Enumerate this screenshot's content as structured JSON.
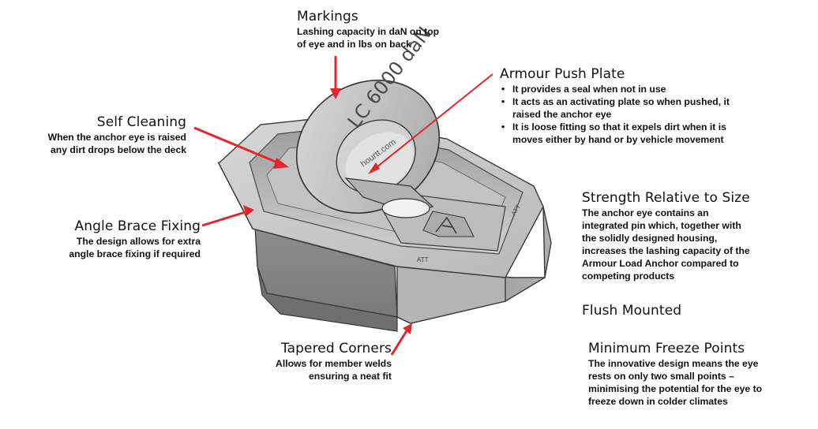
{
  "callouts": {
    "markings": {
      "title": "Markings",
      "lines": [
        "Lashing capacity in daN on top",
        "of eye and in lbs on back"
      ]
    },
    "armour_push_plate": {
      "title": "Armour Push Plate",
      "bullets": [
        [
          "It provides a seal when not in use"
        ],
        [
          "It acts as an activating plate so when pushed, it",
          "raised the anchor eye"
        ],
        [
          "It is loose fitting so that it expels dirt when it is",
          "moves either by hand or by vehicle  movement"
        ]
      ]
    },
    "self_cleaning": {
      "title": "Self Cleaning",
      "lines": [
        "When the anchor eye is raised",
        "any dirt drops below the deck"
      ]
    },
    "angle_brace_fixing": {
      "title": "Angle Brace Fixing",
      "lines": [
        "The design allows for extra",
        "angle brace fixing if required"
      ]
    },
    "strength_relative_to_size": {
      "title": "Strength Relative to Size",
      "lines": [
        "The anchor eye contains an",
        "integrated pin which, together with",
        "the solidly designed housing,",
        "increases the lashing capacity of the",
        "Armour Load Anchor compared to",
        "competing products"
      ]
    },
    "flush_mounted": {
      "title": "Flush Mounted"
    },
    "tapered_corners": {
      "title": "Tapered Corners",
      "lines": [
        "Allows for member welds",
        "ensuring a neat fit"
      ]
    },
    "minimum_freeze_points": {
      "title": "Minimum Freeze Points",
      "lines": [
        "The innovative design means the eye",
        "rests on only two small points –",
        "minimising the potential for the eye to",
        "freeze down in colder climates"
      ]
    }
  },
  "product": {
    "eye_marking": "LC 6000 daN",
    "eye_url": "hourtt.com",
    "rim_label_left": "ATT",
    "rim_label_right": "ATT"
  },
  "colors": {
    "arrow": "#e3262b",
    "body_light": "#c7c7c7",
    "body_mid": "#a9a9a9",
    "body_dark": "#7f7f7f",
    "outline": "#3a3a3a"
  }
}
